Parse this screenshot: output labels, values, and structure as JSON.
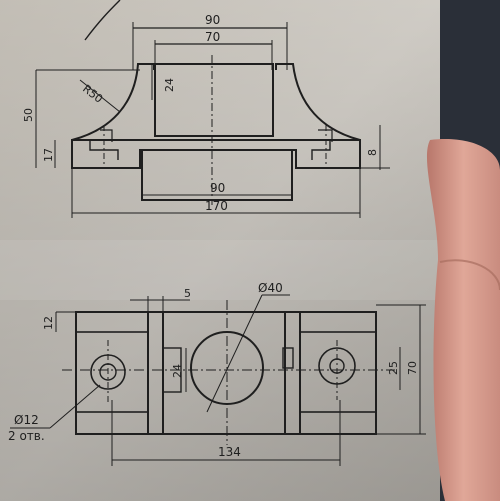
{
  "drawing": {
    "front_view": {
      "overall_top_width": "90",
      "inner_top_width": "70",
      "slot_depth": "24",
      "fillet_radius": "R50",
      "total_height": "50",
      "base_height": "17",
      "base_thickness": "8",
      "bottom_width": "90",
      "overall_width": "170"
    },
    "top_view": {
      "left_edge_offset": "12",
      "wall_width": "5",
      "center_hole": "Ø40",
      "center_slot": "24",
      "side_hole_dim": "25",
      "overall_depth": "70",
      "hole_spacing": "134",
      "small_holes": "Ø12",
      "small_holes_count": "2 отв."
    }
  },
  "colors": {
    "paper": "#d9d6cf",
    "paper_shadow": "#a8a59f",
    "ink": "#1f1f1f",
    "finger": "#d79a8a",
    "background": "#2a2f38"
  }
}
